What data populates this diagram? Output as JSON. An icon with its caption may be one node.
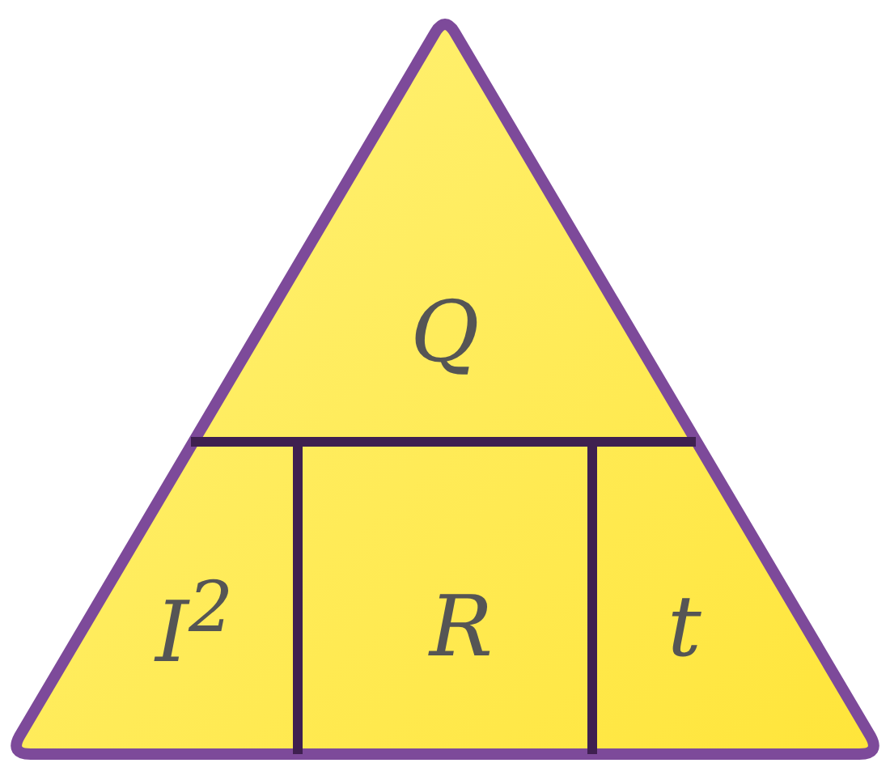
{
  "diagram": {
    "nodes": [
      {
        "text": [],
        "shape": "triangle"
      },
      {
        "text": [
          "Q"
        ],
        "in": 0
      },
      {
        "text": [
          "I$^{2}$"
        ],
        "in": 0
      },
      {
        "text": [
          "R"
        ],
        "in": 0
      },
      {
        "text": [
          "t"
        ],
        "in": 0
      }
    ]
  }
}
